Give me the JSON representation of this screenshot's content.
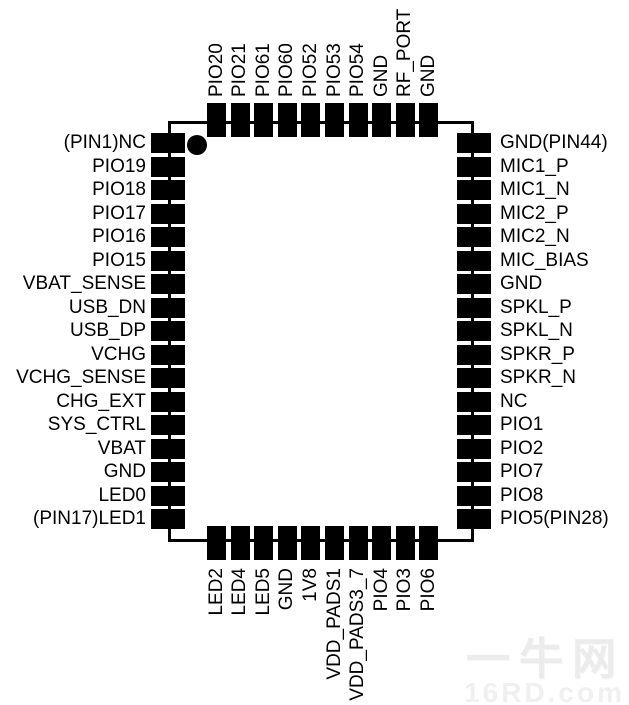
{
  "chip": {
    "pin1_marker": "dot",
    "pin_count": 54,
    "sides": {
      "left": [
        "(PIN1)NC",
        "PIO19",
        "PIO18",
        "PIO17",
        "PIO16",
        "PIO15",
        "VBAT_SENSE",
        "USB_DN",
        "USB_DP",
        "VCHG",
        "VCHG_SENSE",
        "CHG_EXT",
        "SYS_CTRL",
        "VBAT",
        "GND",
        "LED0",
        "(PIN17)LED1"
      ],
      "top": [
        "PIO20",
        "PIO21",
        "PIO61",
        "PIO60",
        "PIO52",
        "PIO53",
        "PIO54",
        "GND",
        "RF_PORT",
        "GND"
      ],
      "right": [
        "GND(PIN44)",
        "MIC1_P",
        "MIC1_N",
        "MIC2_P",
        "MIC2_N",
        "MIC_BIAS",
        "GND",
        "SPKL_P",
        "SPKL_N",
        "SPKR_P",
        "SPKR_N",
        "NC",
        "PIO1",
        "PIO2",
        "PIO7",
        "PIO8",
        "PIO5(PIN28)"
      ],
      "bottom": [
        "LED2",
        "LED4",
        "LED5",
        "GND",
        "1V8",
        "VDD_PADS1",
        "VDD_PADS3_7",
        "PIO4",
        "PIO3",
        "PIO6"
      ]
    }
  },
  "watermark": {
    "line1": "一牛网",
    "line2": "16RD.com"
  },
  "colors": {
    "pin": "#000000",
    "body_outline": "#000000",
    "background": "#ffffff",
    "watermark": "#ececec"
  }
}
